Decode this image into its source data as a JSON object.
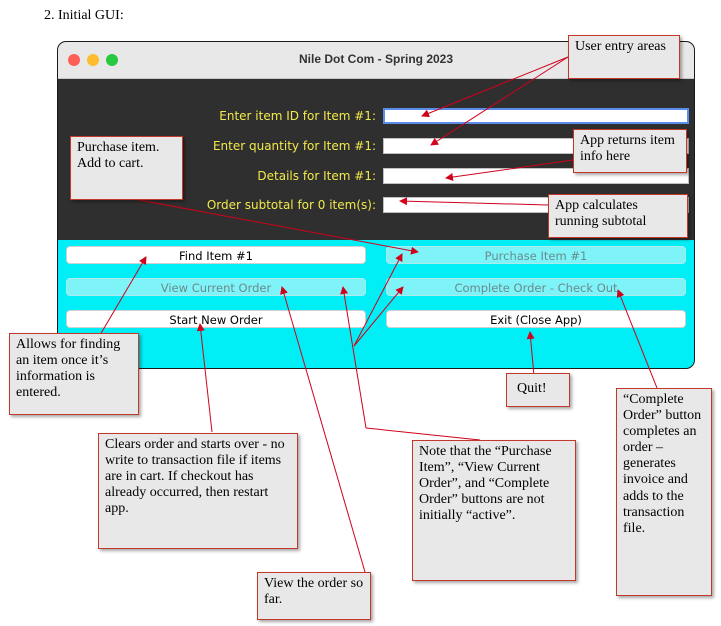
{
  "heading": "2.  Initial GUI:",
  "window": {
    "title": "Nile Dot Com - Spring 2023",
    "fields": [
      {
        "label": "Enter item ID for Item #1:",
        "value": ""
      },
      {
        "label": "Enter quantity for Item #1:",
        "value": ""
      },
      {
        "label": "Details for Item #1:",
        "value": ""
      },
      {
        "label": "Order subtotal for 0 item(s):",
        "value": ""
      }
    ],
    "buttons": {
      "find": "Find Item #1",
      "purchase": "Purchase Item #1",
      "view": "View Current Order",
      "complete": "Complete Order - Check Out",
      "start": "Start New Order",
      "exit": "Exit (Close App)"
    }
  },
  "annotations": {
    "user_entry": "User entry areas",
    "purchase_item": "Purchase item.  Add to cart.",
    "returns_info": "App returns item info here",
    "calc_subtotal": "App calculates running subtotal",
    "allows_find": "Allows for finding an item once it’s information is entered.",
    "quit": "Quit!",
    "complete_order": "“Complete Order” button completes an order – generates invoice and adds to the transaction file.",
    "clears_order": "Clears order and starts over - no write to transaction file if items are in cart.  If checkout has already occurred, then restart app.",
    "note_inactive": "Note that the “Purchase Item”, “View Current Order”, and “Complete Order” buttons are not initially “active”.",
    "view_order": "View the order so far."
  },
  "colors": {
    "label_yellow": "#f3e94a",
    "panel_cyan": "#00eef6",
    "window_bg": "#2f2f2f",
    "arrow_red": "#d0021b"
  }
}
